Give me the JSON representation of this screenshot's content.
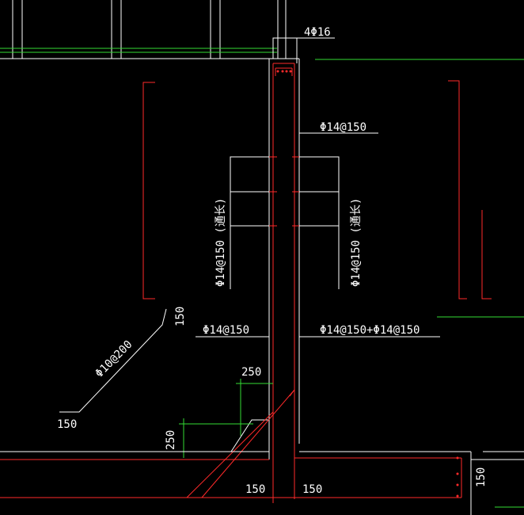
{
  "colors": {
    "background": "#000000",
    "outline": "#ffffff",
    "rebar": "#ff2a2a",
    "dimension": "#33dd33"
  },
  "labels": {
    "top_bars": "4Φ16",
    "wall_right_upper": "Φ14@150",
    "wall_left_lower": "Φ14@150",
    "wall_right_lower": "Φ14@150+Φ14@150",
    "dist_left": "Φ14@150 (通长)",
    "dist_right": "Φ14@150 (通长)",
    "haunch_bar": "Φ10@200",
    "haunch_len_top": "150",
    "haunch_len_bottom": "150"
  },
  "dimensions": {
    "haunch_width": "250",
    "haunch_height": "250",
    "cover_left": "150",
    "cover_right": "150",
    "slab_thickness": "150"
  }
}
